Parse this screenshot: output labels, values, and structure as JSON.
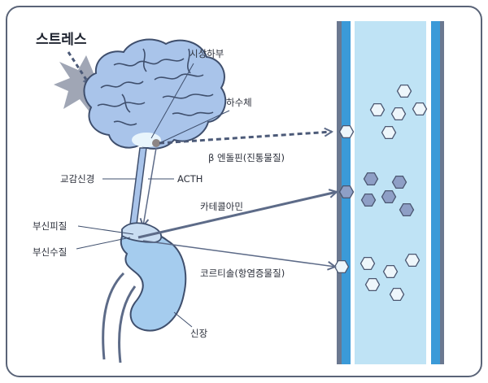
{
  "labels": {
    "stress": "스트레스",
    "hypothalamus": "시상하부",
    "pituitary": "하수체",
    "beta_endorphin": "β 엔돌핀(진통물질)",
    "sympathetic": "교감신경",
    "acth": "ACTH",
    "catecholamine": "카테콜아민",
    "adrenal_cortex": "부신피질",
    "adrenal_medulla": "부신수질",
    "cortisol": "코르티솔(항염증물질)",
    "kidney": "신장"
  },
  "colors": {
    "frame": "#5a6478",
    "brain_fill": "#a9c4ea",
    "brain_stroke": "#3f4f6d",
    "arrow": "#5d6b88",
    "vessel_wall": "#3b9ad8",
    "vessel_inner": "#bfe3f5",
    "vessel_edge": "#6b7890",
    "hex_light": "#eef6fb",
    "hex_dark": "#8e9fc6",
    "kidney_fill": "#a5ccee"
  }
}
